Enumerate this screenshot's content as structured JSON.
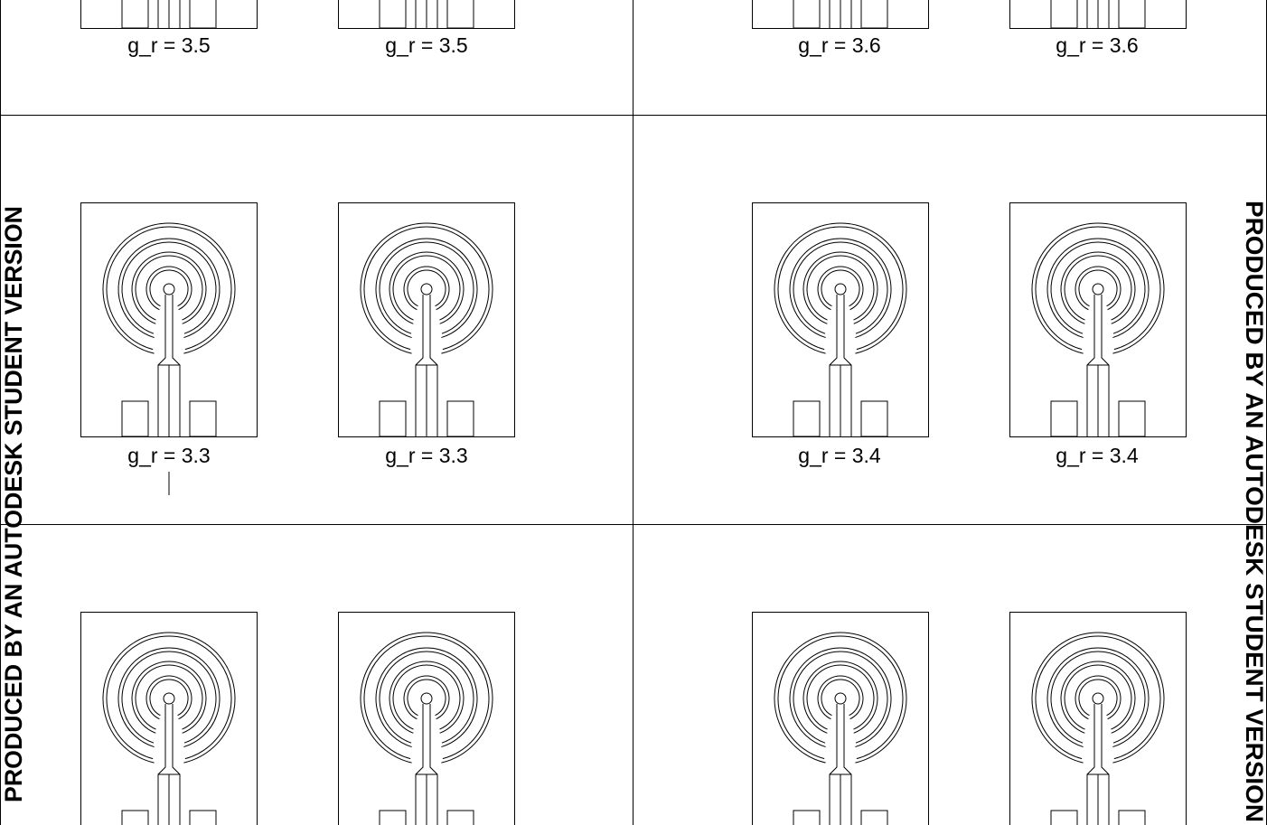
{
  "drawing": {
    "line_color": "#000000",
    "background": "#ffffff",
    "watermark": {
      "left": "PRODUCED BY AN AUTODESK STUDENT VERSION",
      "right": "PRODUCED BY AN AUTODESK STUDENT VERSION"
    },
    "rows": [
      {
        "cells": [
          {
            "labels": [
              "g_r = 3.5",
              "g_r = 3.5"
            ]
          },
          {
            "labels": [
              "g_r = 3.6",
              "g_r = 3.6"
            ]
          }
        ]
      },
      {
        "cells": [
          {
            "labels": [
              "g_r = 3.3",
              "g_r = 3.3"
            ]
          },
          {
            "labels": [
              "g_r = 3.4",
              "g_r = 3.4"
            ]
          }
        ]
      },
      {
        "cells": [
          {
            "labels": []
          },
          {
            "labels": []
          }
        ]
      }
    ]
  }
}
